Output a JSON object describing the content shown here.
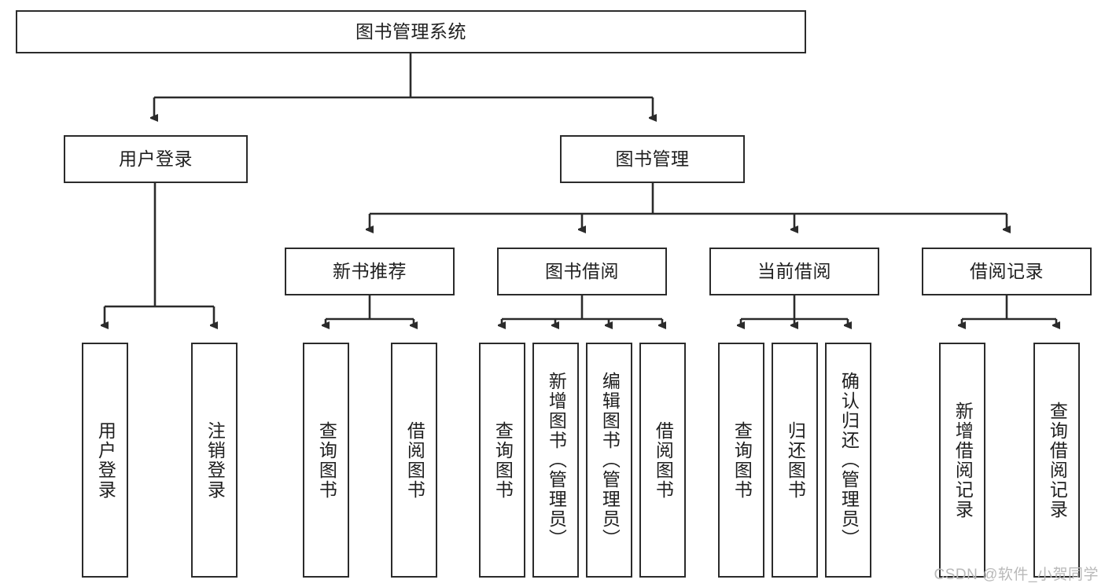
{
  "diagram": {
    "title": "图书管理系统",
    "type": "tree-hierarchy",
    "root": {
      "label": "图书管理系统"
    },
    "level2": [
      {
        "label": "用户登录"
      },
      {
        "label": "图书管理"
      }
    ],
    "level3": [
      {
        "label": "新书推荐"
      },
      {
        "label": "图书借阅"
      },
      {
        "label": "当前借阅"
      },
      {
        "label": "借阅记录"
      }
    ],
    "leaves": {
      "user_login": [
        {
          "label": "用户登录"
        },
        {
          "label": "注销登录"
        }
      ],
      "new_book_recommend": [
        {
          "label": "查询图书"
        },
        {
          "label": "借阅图书"
        }
      ],
      "book_borrow": [
        {
          "label": "查询图书"
        },
        {
          "label": "新增图书（管理员）"
        },
        {
          "label": "编辑图书（管理员）"
        },
        {
          "label": "借阅图书"
        }
      ],
      "current_borrow": [
        {
          "label": "查询图书"
        },
        {
          "label": "归还图书"
        },
        {
          "label": "确认归还（管理员）"
        }
      ],
      "borrow_record": [
        {
          "label": "新增借阅记录"
        },
        {
          "label": "查询借阅记录"
        }
      ]
    }
  },
  "watermark": {
    "text": "CSDN @软件_小贺同学"
  },
  "colors": {
    "box_border": "#2b2b2b",
    "box_fill": "#ffffff",
    "text": "#1f1f1f",
    "connector": "#2b2b2b",
    "watermark": "#b9b9b9"
  }
}
